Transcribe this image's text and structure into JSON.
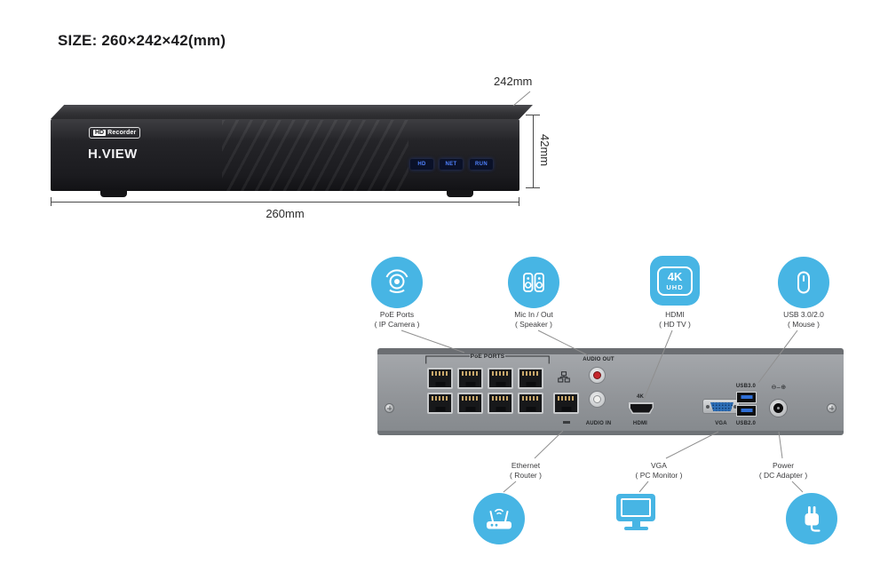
{
  "size_label": "SIZE: 260×242×42(mm)",
  "front": {
    "badge_hd": "HD",
    "badge_recorder": "Recorder",
    "brand": "H.VIEW",
    "leds": [
      "HD",
      "NET",
      "RUN"
    ],
    "dim_depth": "242mm",
    "dim_height": "42mm",
    "dim_width": "260mm"
  },
  "top_callouts": [
    {
      "title": "PoE Ports",
      "subtitle": "( IP Camera )"
    },
    {
      "title": "Mic In / Out",
      "subtitle": "( Speaker )"
    },
    {
      "title": "HDMI",
      "subtitle": "( HD TV )"
    },
    {
      "title": "USB 3.0/2.0",
      "subtitle": "( Mouse )"
    }
  ],
  "uhd_badge": {
    "line1": "4K",
    "line2": "UHD"
  },
  "rear": {
    "poe_ports": "PoE PORTS",
    "audio_out": "AUDIO OUT",
    "audio_in": "AUDIO IN",
    "four_k": "4K",
    "hdmi": "HDMI",
    "vga": "VGA",
    "usb3": "USB3.0",
    "usb2": "USB2.0",
    "dc_polarity": "⊖–⊕"
  },
  "bottom_callouts": [
    {
      "title": "Ethernet",
      "subtitle": "( Router )"
    },
    {
      "title": "VGA",
      "subtitle": "( PC Monitor )"
    },
    {
      "title": "Power",
      "subtitle": "( DC Adapter )"
    }
  ],
  "colors": {
    "accent_blue": "#47B5E4"
  }
}
